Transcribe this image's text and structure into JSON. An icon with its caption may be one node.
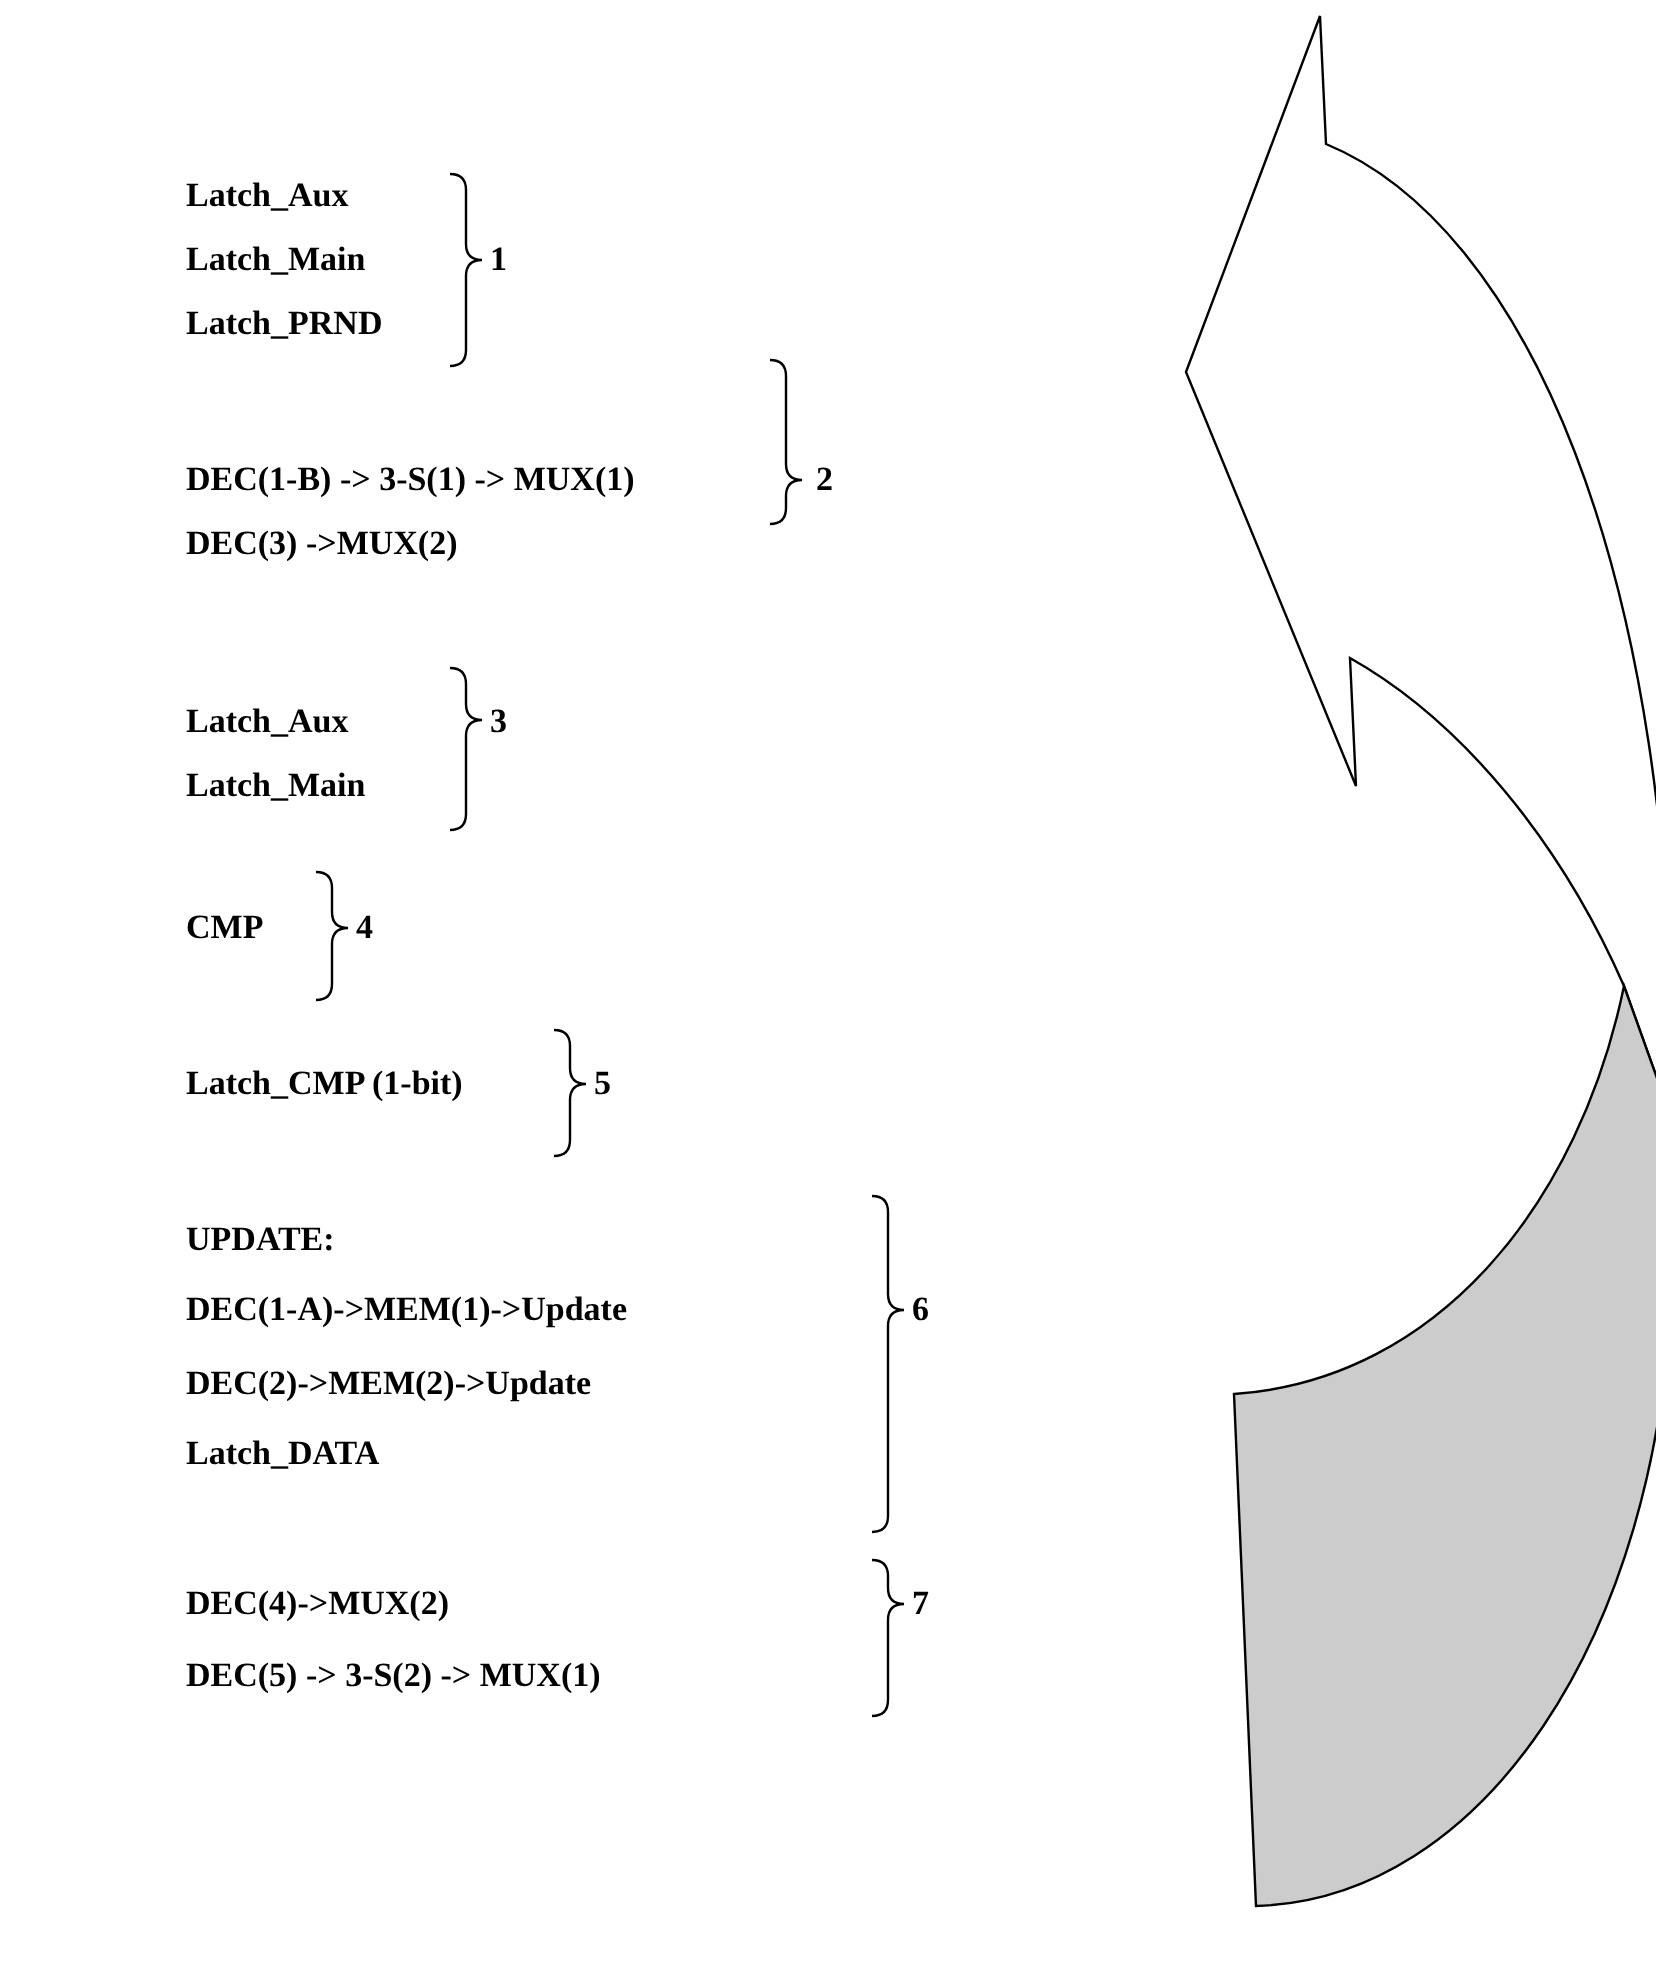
{
  "diagram": {
    "labels": [
      "Latch_Aux",
      "Latch_Main",
      "Latch_PRND",
      "1",
      "DEC(1-B) -> 3-S(1) -> MUX(1)",
      "2",
      "DEC(3) ->MUX(2)",
      "Latch_Aux",
      "3",
      "Latch_Main",
      "CMP",
      "4",
      "Latch_CMP (1-bit)",
      "5",
      "UPDATE:",
      "DEC(1-A)->MEM(1)->Update",
      "6",
      "DEC(2)->MEM(2)->Update",
      "Latch_DATA",
      "DEC(4)->MUX(2)",
      "7",
      "DEC(5) -> 3-S(2) -> MUX(1)"
    ]
  }
}
